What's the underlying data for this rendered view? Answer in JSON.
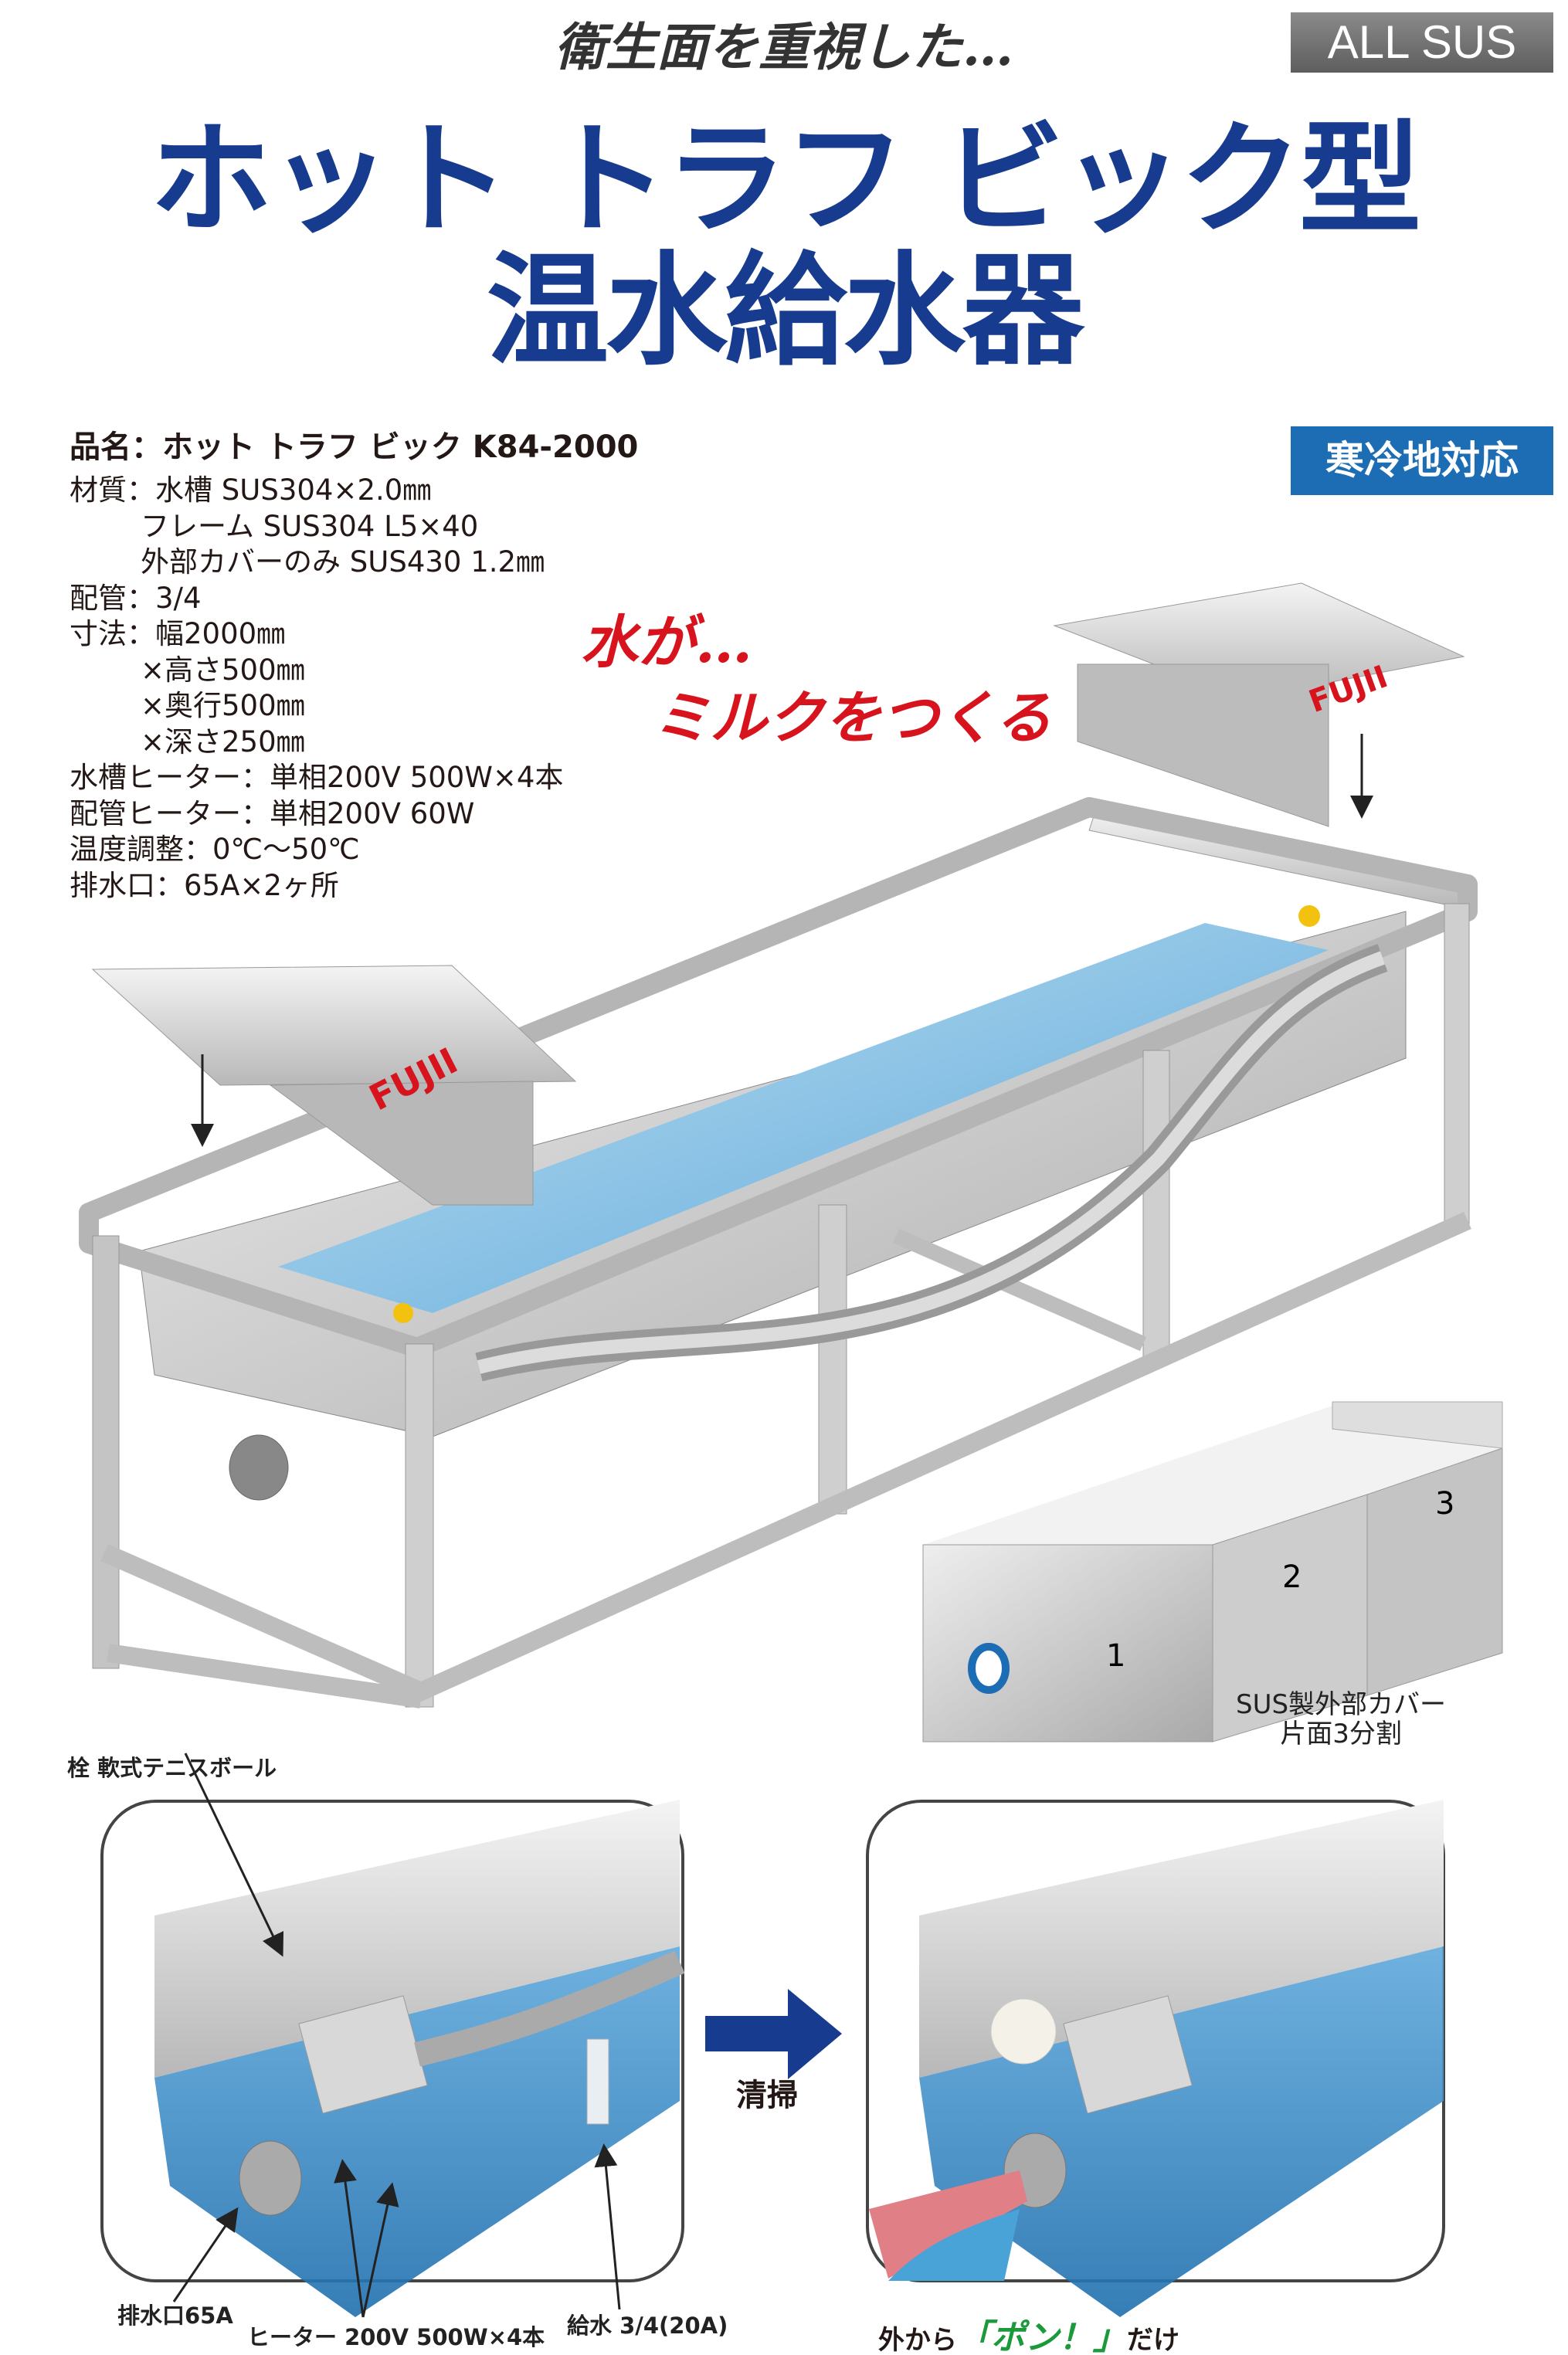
{
  "header": {
    "tagline": "衛生面を重視した…",
    "badge": "ALL SUS",
    "title_line1": "ホット トラフ ビック型",
    "title_line2": "温水給水器"
  },
  "product": {
    "name": "品名：ホット トラフ ビック K84-2000",
    "cold_badge": "寒冷地対応"
  },
  "specs": [
    "材質：水槽 SUS304×2.0㎜",
    "フレーム SUS304 L5×40",
    "外部カバーのみ SUS430 1.2㎜",
    "配管：3/4",
    "寸法：幅2000㎜",
    "×高さ500㎜",
    "×奥行500㎜",
    "×深さ250㎜",
    "水槽ヒーター：単相200V 500W×4本",
    "配管ヒーター：単相200V 60W",
    "温度調整：0℃〜50℃",
    "排水口：65A×2ヶ所"
  ],
  "catchphrase": {
    "line1": "水が…",
    "line2": "ミルクをつくる"
  },
  "brand_logo": "FUJII",
  "cover": {
    "panels": [
      "1",
      "2",
      "3"
    ],
    "caption_line1": "SUS製外部カバー",
    "caption_line2": "片面3分割"
  },
  "callouts": {
    "plug": "栓 軟式テニスボール",
    "drain": "排水口65A",
    "heater": "ヒーター 200V 500W×4本",
    "supply": "給水 3/4(20A)",
    "clean": "清掃",
    "pon_prefix": "外から",
    "pon_highlight": "「ポン！」",
    "pon_suffix": "だけ"
  },
  "colors": {
    "title_navy": "#173b8f",
    "badge_blue": "#1d6db5",
    "accent_red": "#d7141d",
    "water_blue": "#3f8fc8",
    "steel": "#c8c8c8",
    "highlight_green": "#1a9a3a"
  }
}
